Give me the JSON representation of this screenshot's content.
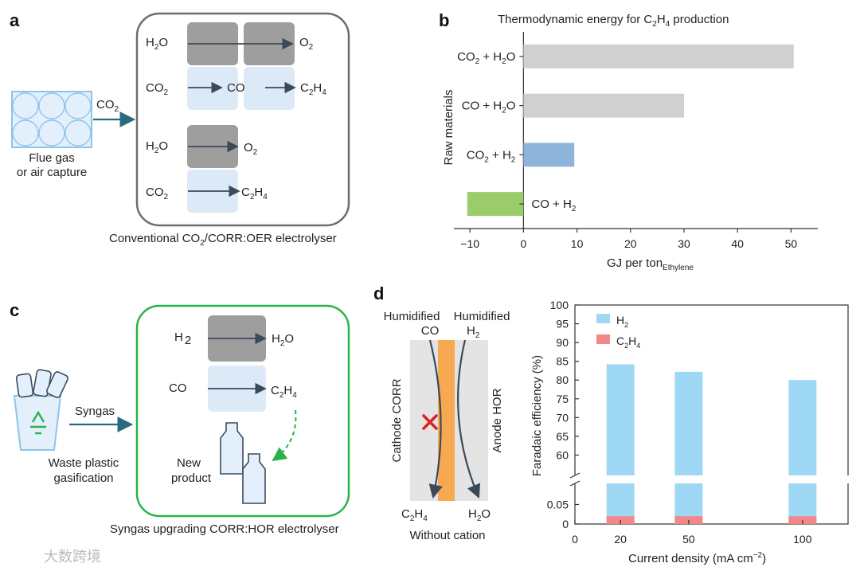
{
  "panels": {
    "a": {
      "label": "a",
      "source_label": "CO",
      "source_sub": "2",
      "source_caption_1": "Flue gas",
      "source_caption_2": "or air capture",
      "row1_left": "H",
      "row1_left_sub": "2",
      "row1_left_tail": "O",
      "row1_right": "O",
      "row1_right_sub": "2",
      "row2_left": "CO",
      "row2_left_sub": "2",
      "row2_mid": "CO",
      "row2_right": "C",
      "row2_right_sub1": "2",
      "row2_right_mid": "H",
      "row2_right_sub2": "4",
      "row3_left": "H",
      "row3_left_sub": "2",
      "row3_left_tail": "O",
      "row3_right": "O",
      "row3_right_sub": "2",
      "row4_left": "CO",
      "row4_left_sub": "2",
      "row4_right": "C",
      "row4_right_sub1": "2",
      "row4_right_mid": "H",
      "row4_right_sub2": "4",
      "caption_pre": "Conventional CO",
      "caption_sub": "2",
      "caption_post": "/CORR:OER electrolyser"
    },
    "c": {
      "label": "c",
      "arrow_label": "Syngas",
      "source_caption_1": "Waste plastic",
      "source_caption_2": "gasification",
      "row1_left": "H",
      "row1_left_sub": "2",
      "row1_right": "H",
      "row1_right_sub": "2",
      "row1_right_tail": "O",
      "row2_left": "CO",
      "row2_right": "C",
      "row2_right_sub1": "2",
      "row2_right_mid": "H",
      "row2_right_sub2": "4",
      "product_1": "New",
      "product_2": "product",
      "caption": "Syngas upgrading CORR:HOR electrolyser"
    },
    "d_schematic": {
      "label": "d",
      "top_left_1": "Humidified",
      "top_left_2": "CO",
      "top_right_1": "Humidified",
      "top_right_2": "H",
      "top_right_sub": "2",
      "left_vertical": "Cathode CORR",
      "right_vertical": "Anode HOR",
      "bottom_left": "C",
      "bottom_left_sub1": "2",
      "bottom_left_mid": "H",
      "bottom_left_sub2": "4",
      "bottom_right": "H",
      "bottom_right_sub": "2",
      "bottom_right_tail": "O",
      "caption": "Without cation"
    },
    "watermark": "大数跨境"
  },
  "chart_data": [
    {
      "panel": "b",
      "type": "bar",
      "orientation": "horizontal",
      "title_pre": "Thermodynamic energy for C",
      "title_sub1": "2",
      "title_mid": "H",
      "title_sub2": "4",
      "title_post": " production",
      "ylabel": "Raw materials",
      "xlabel": "GJ per ton",
      "xlabel_sub": "Ethylene",
      "xlim": [
        -13,
        55
      ],
      "xticks": [
        -10,
        0,
        10,
        20,
        30,
        40,
        50
      ],
      "xtick_labels": [
        "−10",
        "0",
        "10",
        "20",
        "30",
        "40",
        "50"
      ],
      "categories": [
        {
          "pre": "CO",
          "sub": "2",
          "post": " + H",
          "sub2": "2",
          "tail": "O"
        },
        {
          "pre": "CO + H",
          "sub": "2",
          "post": "O",
          "sub2": "",
          "tail": ""
        },
        {
          "pre": "CO",
          "sub": "2",
          "post": " + H",
          "sub2": "2",
          "tail": ""
        },
        {
          "pre": "CO + H",
          "sub": "2",
          "post": "",
          "sub2": "",
          "tail": ""
        }
      ],
      "values": [
        50.5,
        30.0,
        9.5,
        -10.5
      ],
      "colors": [
        "#d0d0d0",
        "#d0d0d0",
        "#8fb4d9",
        "#9bcc6a"
      ]
    },
    {
      "panel": "d",
      "type": "bar",
      "stacked": true,
      "broken_axis": true,
      "ylabel": "Faradaic efficiency (%)",
      "xlabel_pre": "Current density (mA cm",
      "xlabel_sup": "−2",
      "xlabel_post": ")",
      "categories": [
        "20",
        "50",
        "100"
      ],
      "x": [
        20,
        50,
        100
      ],
      "xticks": [
        0,
        20,
        50,
        100
      ],
      "xtick_labels": [
        "0",
        "20",
        "50",
        "100"
      ],
      "xlim": [
        0,
        120
      ],
      "ylim_lower": [
        0,
        0.1
      ],
      "ylim_upper": [
        55,
        100
      ],
      "yticks_lower": [
        0,
        0.05
      ],
      "ytick_labels_lower": [
        "0",
        "0.05"
      ],
      "yticks_upper": [
        60,
        65,
        70,
        75,
        80,
        85,
        90,
        95,
        100
      ],
      "series": [
        {
          "name": "H",
          "name_sub": "2",
          "color": "#9fd8f5",
          "values": [
            84.2,
            82.2,
            80.0
          ]
        },
        {
          "name": "C",
          "name_sub1": "2",
          "name_mid": "H",
          "name_sub2": "4",
          "color": "#f2878a",
          "values": [
            0.02,
            0.02,
            0.02
          ]
        }
      ]
    }
  ]
}
